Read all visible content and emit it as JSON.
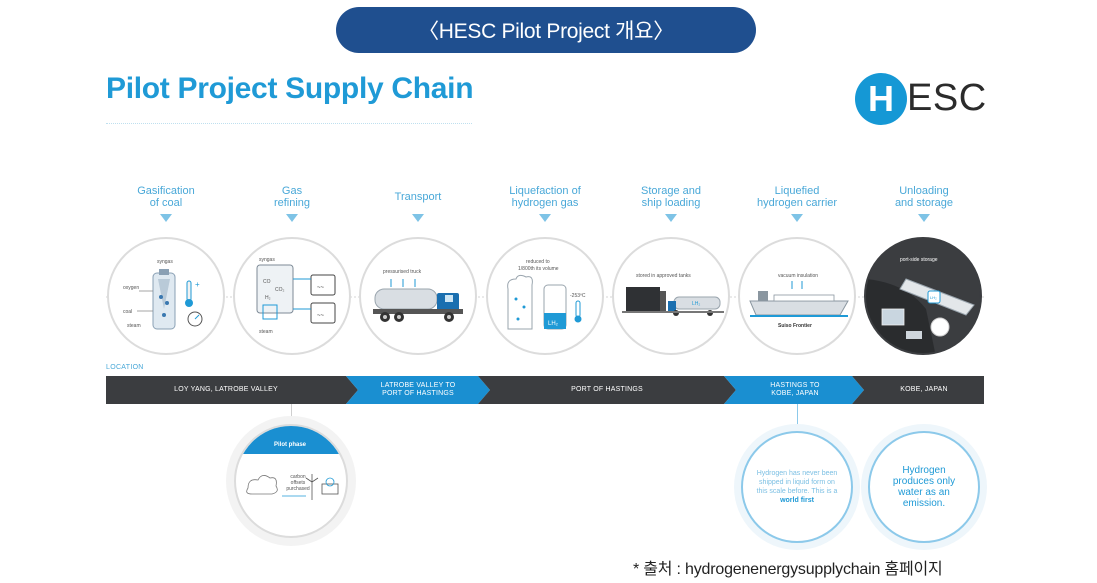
{
  "banner": "〈HESC Pilot Project 개요〉",
  "title": "Pilot Project Supply Chain",
  "logo": {
    "letter": "H",
    "rest": "ESC"
  },
  "steps": [
    {
      "label": "Gasification\nof coal"
    },
    {
      "label": "Gas\nrefining"
    },
    {
      "label": "Transport"
    },
    {
      "label": "Liquefaction of\nhydrogen gas"
    },
    {
      "label": "Storage and\nship loading"
    },
    {
      "label": "Liquefied\nhydrogen carrier"
    },
    {
      "label": "Unloading\nand storage"
    }
  ],
  "circle_text": {
    "syngas": "syngas",
    "oxygen": "oxygen",
    "coal": "coal",
    "steam": "steam",
    "syngas2": "syngas",
    "steam2": "steam",
    "pressurised_truck": "pressurised truck",
    "reduced": "reduced to",
    "reduced2": "1/800th its volume",
    "temp": "-253ºC",
    "stored": "stored in approved tanks",
    "vacuum": "vacuum insulation",
    "ship_name": "Suiso Frontier",
    "port_storage": "port-side storage"
  },
  "location_label": "LOCATION",
  "locations": [
    "LOY YANG, LATROBE VALLEY",
    "LATROBE VALLEY TO\nPORT OF HASTINGS",
    "PORT OF HASTINGS",
    "HASTINGS TO\nKOBE, JAPAN",
    "KOBE, JAPAN"
  ],
  "pilot": {
    "phase": "Pilot phase",
    "offsets": "carbon\noffsets\npurchased"
  },
  "info1": {
    "text": "Hydrogen has never been shipped in liquid form on this scale before. This is a",
    "bold": "world first"
  },
  "info2": "Hydrogen produces only water as an emission.",
  "source": "* 출처 : hydrogenenergysupplychain 홈페이지",
  "colors": {
    "accent": "#1f9ad6",
    "banner": "#1f4f8f",
    "bar_dark": "#3b3d40",
    "bar_blue": "#1a8fd1"
  }
}
